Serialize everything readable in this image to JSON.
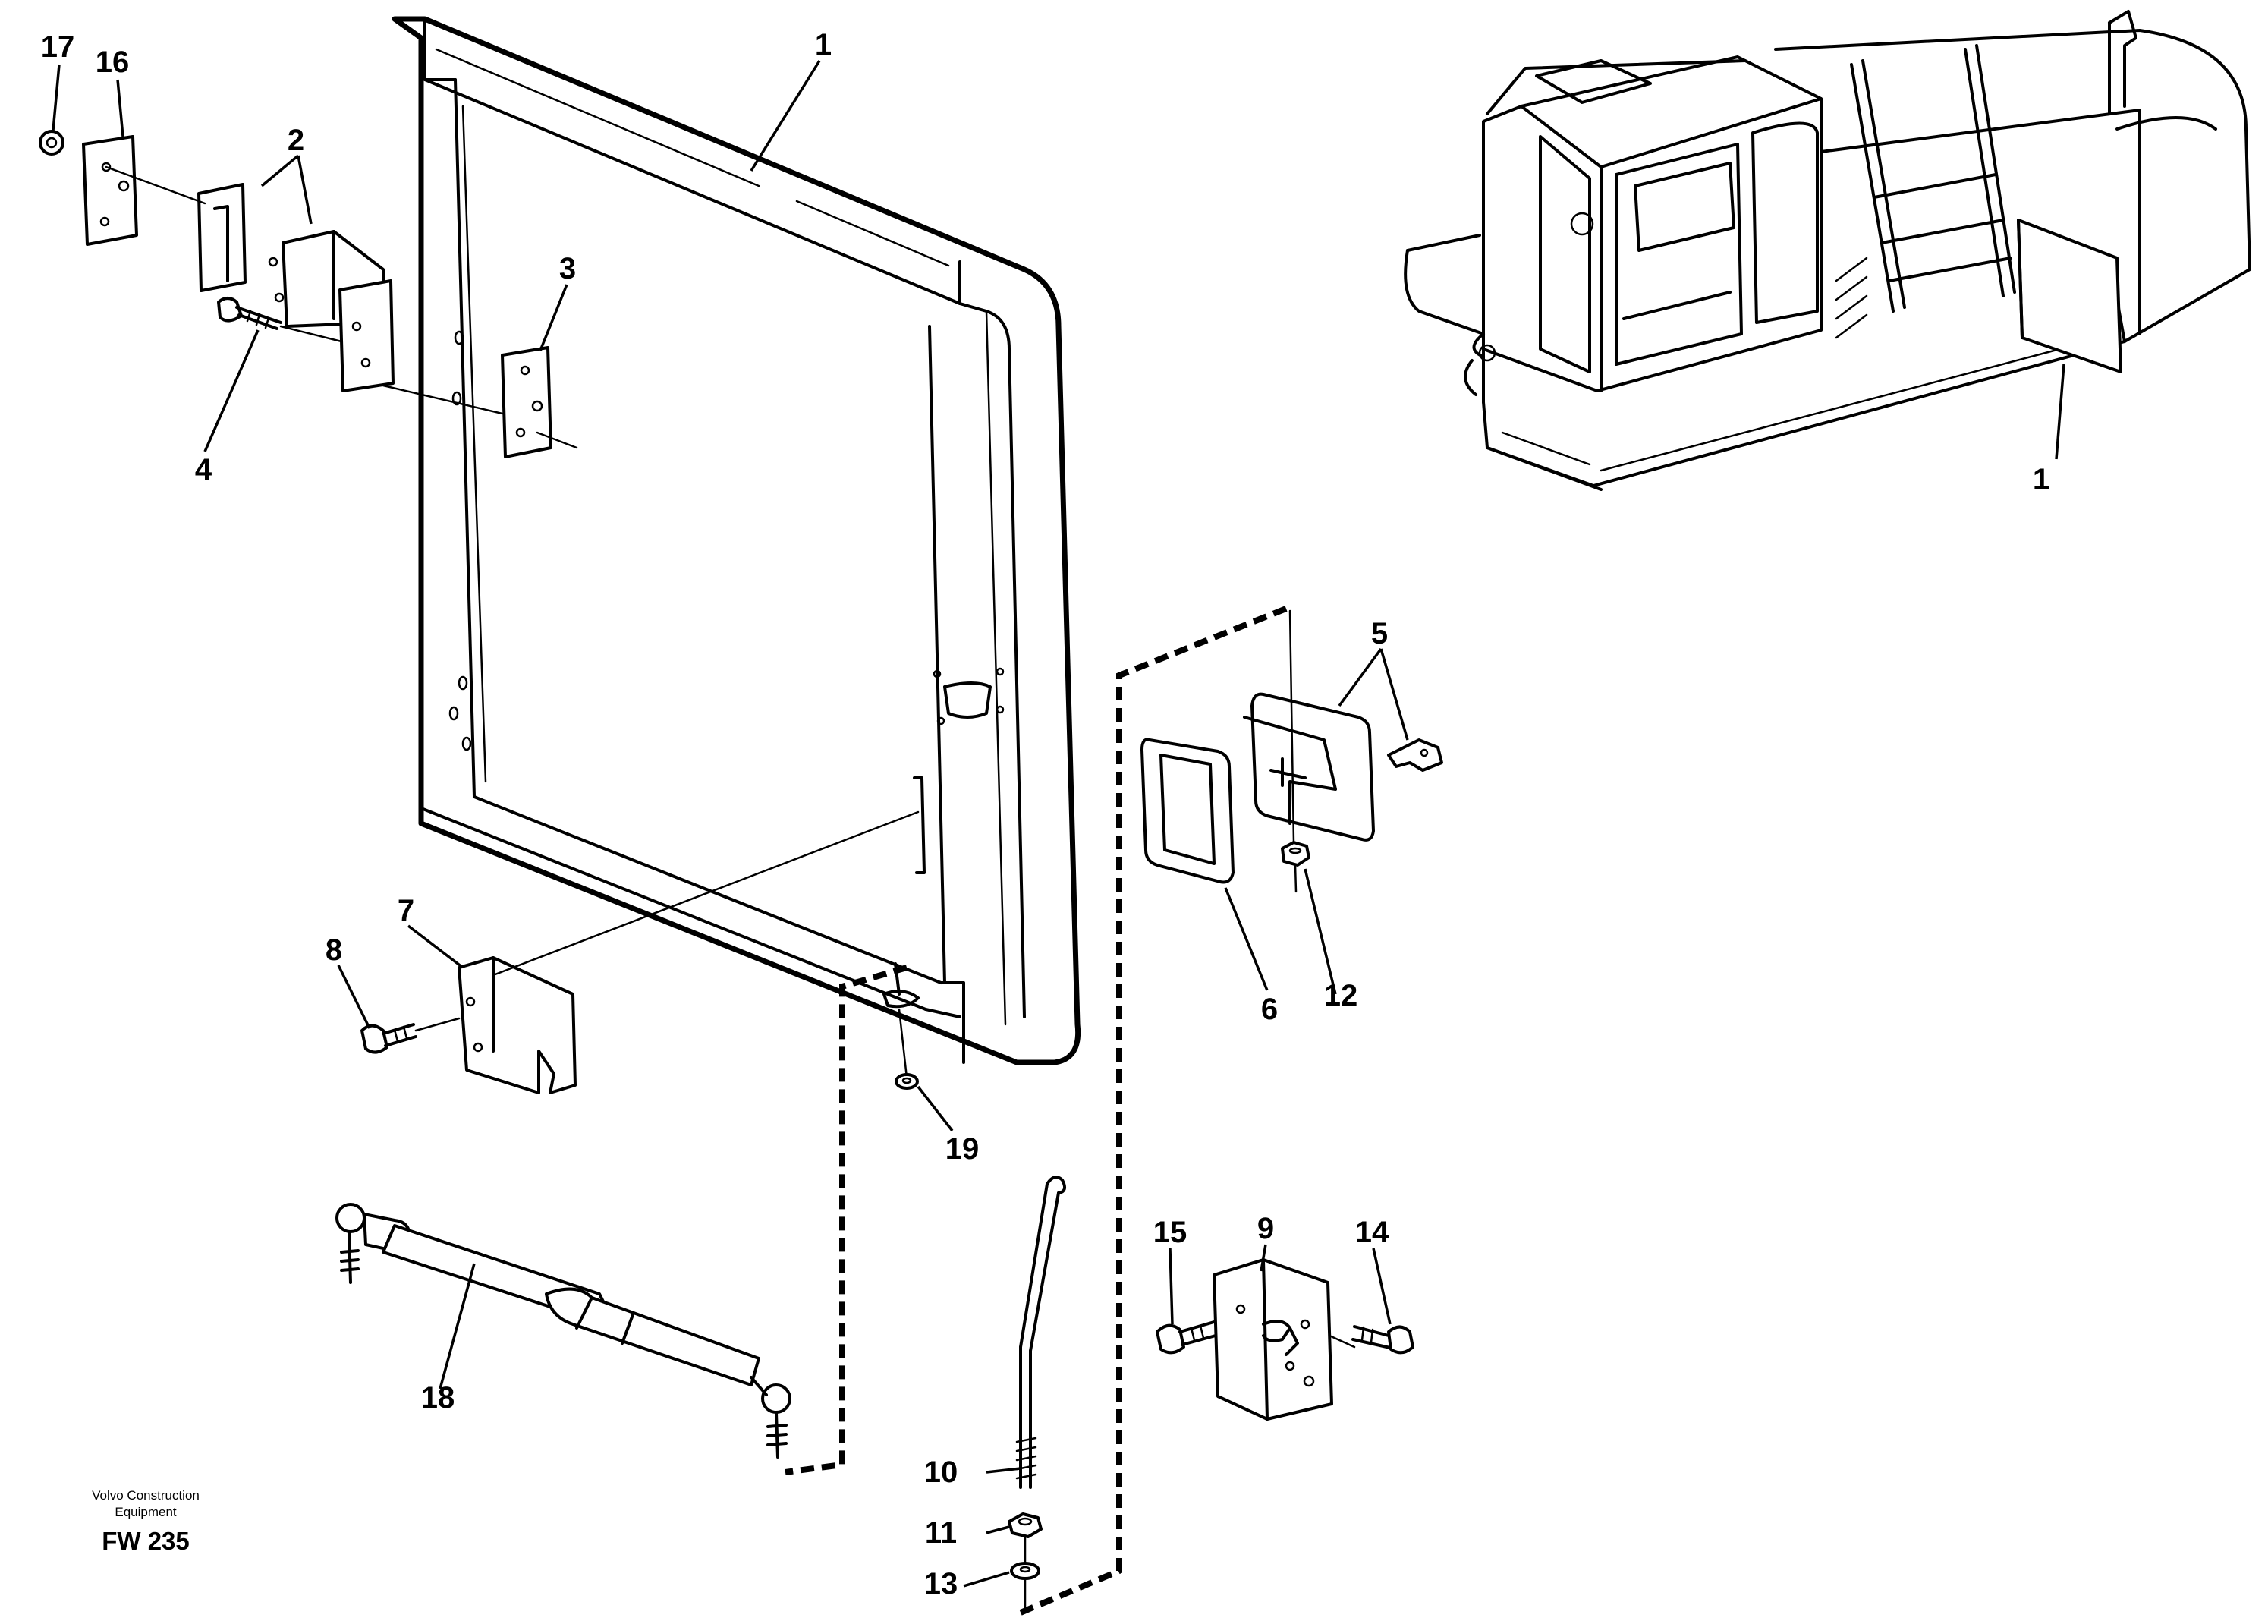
{
  "callouts": {
    "c1_panel": "1",
    "c1_machine": "1",
    "c2": "2",
    "c3": "3",
    "c4": "4",
    "c5": "5",
    "c6": "6",
    "c7": "7",
    "c8": "8",
    "c9": "9",
    "c10": "10",
    "c11": "11",
    "c12": "12",
    "c13": "13",
    "c14": "14",
    "c15": "15",
    "c16": "16",
    "c17": "17",
    "c18": "18",
    "c19": "19"
  },
  "footer": {
    "company_line1": "Volvo Construction",
    "company_line2": "Equipment",
    "figure_code": "FW 235"
  },
  "colors": {
    "line": "#000000",
    "background": "#ffffff"
  }
}
